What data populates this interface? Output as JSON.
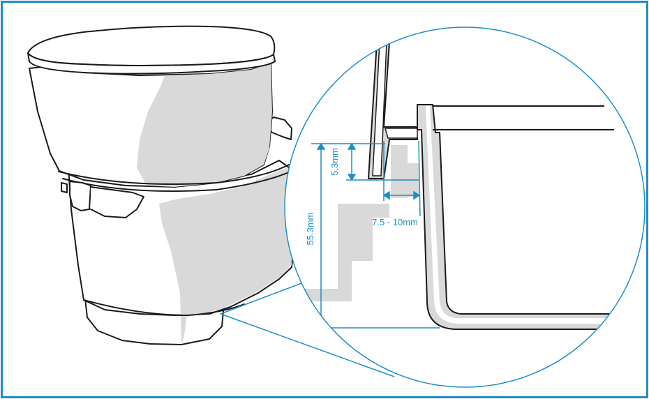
{
  "colors": {
    "frame": "#1e8ec8",
    "dimension": "#1e8ec8",
    "outline": "#1a1a1a",
    "shade": "#d9d9d9",
    "fill": "#ffffff"
  },
  "dimensions": {
    "flange_height": "5.3mm",
    "gap_width": "7.5 - 10mm",
    "total_height": "55.3mm"
  }
}
